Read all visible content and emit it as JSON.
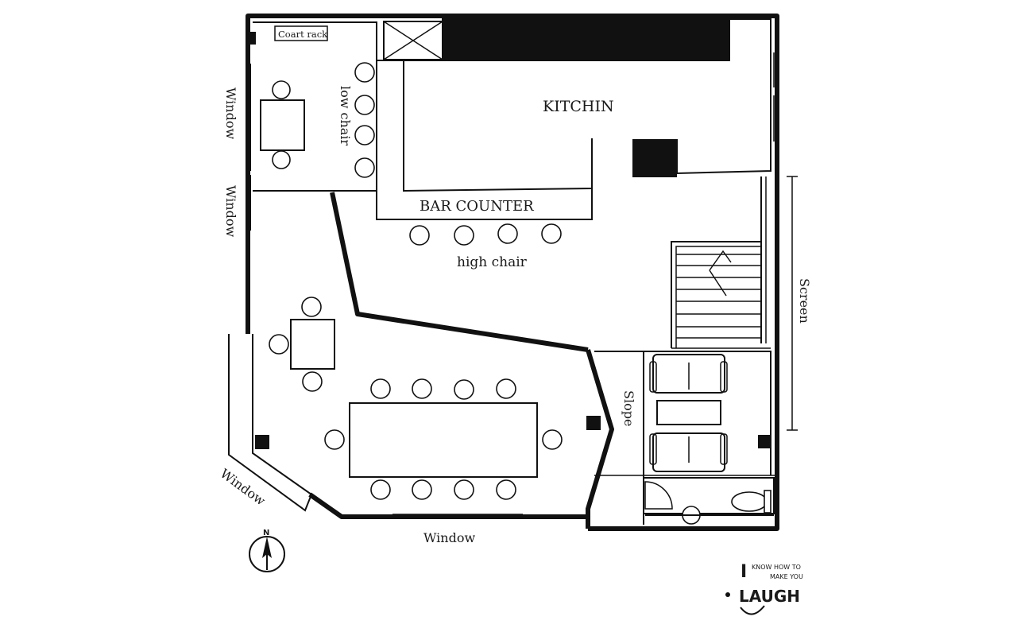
{
  "labels": {
    "kitchen": "KITCHIN",
    "bar_counter": "BAR COUNTER",
    "high_chair": "high chair",
    "low_chair": "low chair",
    "coat_rack": "Coart rack",
    "window_left_top": "Window",
    "window_left_mid": "Window",
    "window_lower_left": "Window",
    "window_bottom": "Window",
    "slope": "Slope",
    "screen": "Screen",
    "compass_north": "N"
  },
  "logo": {
    "line1": "KNOW HOW TO",
    "line2": "MAKE YOU",
    "word": "LAUGH",
    "initial": "I"
  },
  "colors": {
    "ink": "#111111",
    "background": "#ffffff"
  }
}
